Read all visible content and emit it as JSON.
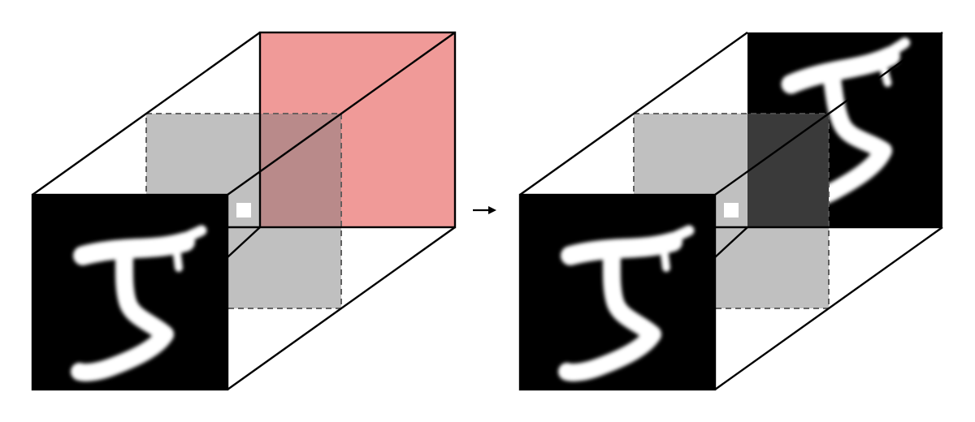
{
  "colors": {
    "background": "#ffffff",
    "edge": "#000000",
    "back_face_highlight": "#f09a98",
    "middle_slice": "#c0c0c0",
    "middle_slice_border": "#555555",
    "overlap_region": "#b98a8a",
    "dark_overlap_region": "#3a3a3a",
    "digit_background": "#000000",
    "digit_stroke": "#ffffff",
    "marker": "#ffffff"
  },
  "icons": {
    "arrow": "right-arrow-icon",
    "marker": "square-marker-icon",
    "digit": "handwritten-digit-five"
  },
  "panels": [
    {
      "name": "input-volume",
      "back_face": "red-highlight"
    },
    {
      "name": "output-volume",
      "back_face": "digit-image"
    }
  ]
}
